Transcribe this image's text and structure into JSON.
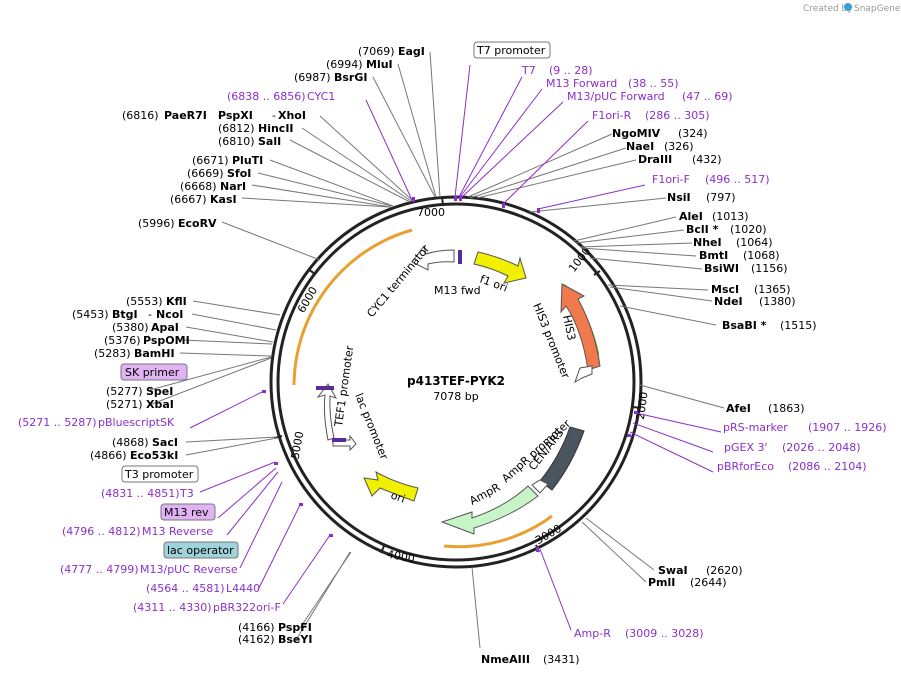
{
  "credit_prefix": "Created by",
  "credit_app": "SnapGene",
  "plasmid": {
    "name": "p413TEF-PYK2",
    "length": "7078 bp"
  },
  "ring_ticks": [
    "1000",
    "2000",
    "3000",
    "4000",
    "5000",
    "6000",
    "7000"
  ],
  "sites_right": [
    {
      "name": "NgoMIV",
      "pos": "(324)"
    },
    {
      "name": "NaeI",
      "pos": "(326)"
    },
    {
      "name": "DraIII",
      "pos": "(432)"
    },
    {
      "name": "NsiI",
      "pos": "(797)"
    },
    {
      "name": "AleI",
      "pos": "(1013)"
    },
    {
      "name": "BclI *",
      "pos": "(1020)"
    },
    {
      "name": "NheI",
      "pos": "(1064)"
    },
    {
      "name": "BmtI",
      "pos": "(1068)"
    },
    {
      "name": "BsiWI",
      "pos": "(1156)"
    },
    {
      "name": "MscI",
      "pos": "(1365)"
    },
    {
      "name": "NdeI",
      "pos": "(1380)"
    },
    {
      "name": "BsaBI *",
      "pos": "(1515)"
    },
    {
      "name": "AfeI",
      "pos": "(1863)"
    },
    {
      "name": "SwaI",
      "pos": "(2620)"
    },
    {
      "name": "PmlI",
      "pos": "(2644)"
    },
    {
      "name": "NmeAIII",
      "pos": "(3431)"
    }
  ],
  "sites_left": [
    {
      "pos": "(7069)",
      "name": "EagI"
    },
    {
      "pos": "(6994)",
      "name": "MluI"
    },
    {
      "pos": "(6987)",
      "name": "BsrGI"
    },
    {
      "pos": "(6816)",
      "name": "PaeR7I",
      "extra": "PspXI",
      "extra2": "XhoI"
    },
    {
      "pos": "(6812)",
      "name": "HincII"
    },
    {
      "pos": "(6810)",
      "name": "SalI"
    },
    {
      "pos": "(6671)",
      "name": "PluTI"
    },
    {
      "pos": "(6669)",
      "name": "SfoI"
    },
    {
      "pos": "(6668)",
      "name": "NarI"
    },
    {
      "pos": "(6667)",
      "name": "KasI"
    },
    {
      "pos": "(5996)",
      "name": "EcoRV"
    },
    {
      "pos": "(5553)",
      "name": "KflI"
    },
    {
      "pos": "(5453)",
      "name": "BtgI",
      "extra": "NcoI"
    },
    {
      "pos": "(5380)",
      "name": "ApaI"
    },
    {
      "pos": "(5376)",
      "name": "PspOMI"
    },
    {
      "pos": "(5283)",
      "name": "BamHI"
    },
    {
      "pos": "(5277)",
      "name": "SpeI"
    },
    {
      "pos": "(5271)",
      "name": "XbaI"
    },
    {
      "pos": "(4868)",
      "name": "SacI"
    },
    {
      "pos": "(4866)",
      "name": "Eco53kI"
    },
    {
      "pos": "(4166)",
      "name": "PspFI"
    },
    {
      "pos": "(4162)",
      "name": "BseYI"
    }
  ],
  "primers": [
    {
      "name": "CYC1",
      "range": "(6838 .. 6856)"
    },
    {
      "name": "T7",
      "range": "(9 .. 28)"
    },
    {
      "name": "M13 Forward",
      "range": "(38 .. 55)"
    },
    {
      "name": "M13/pUC Forward",
      "range": "(47 .. 69)"
    },
    {
      "name": "F1ori-R",
      "range": "(286 .. 305)"
    },
    {
      "name": "F1ori-F",
      "range": "(496 .. 517)"
    },
    {
      "name": "pRS-marker",
      "range": "(1907 .. 1926)"
    },
    {
      "name": "pGEX 3'",
      "range": "(2026 .. 2048)"
    },
    {
      "name": "pBRforEco",
      "range": "(2086 .. 2104)"
    },
    {
      "name": "Amp-R",
      "range": "(3009 .. 3028)"
    },
    {
      "name": "pBluescriptSK",
      "range": "(5271 .. 5287)"
    },
    {
      "name": "T3",
      "range": "(4831 .. 4851)"
    },
    {
      "name": "M13 Reverse",
      "range": "(4796 .. 4812)"
    },
    {
      "name": "M13/pUC Reverse",
      "range": "(4777 .. 4799)"
    },
    {
      "name": "L4440",
      "range": "(4564 .. 4581)"
    },
    {
      "name": "pBR322ori-F",
      "range": "(4311 .. 4330)"
    }
  ],
  "boxed_features": [
    {
      "label": "T7 promoter",
      "fill": "#ffffff"
    },
    {
      "label": "SK primer",
      "fill": "#e0b3f5"
    },
    {
      "label": "T3 promoter",
      "fill": "#ffffff"
    },
    {
      "label": "M13 rev",
      "fill": "#e0b3f5"
    },
    {
      "label": "lac operator",
      "fill": "#9fd3dc"
    }
  ],
  "inner_features": [
    {
      "label": "CYC1 terminator"
    },
    {
      "label": "M13 fwd"
    },
    {
      "label": "f1 ori"
    },
    {
      "label": "HIS3 promoter"
    },
    {
      "label": "HIS3"
    },
    {
      "label": "TEF1 promoter"
    },
    {
      "label": "lac promoter"
    },
    {
      "label": "AmpR promoter"
    },
    {
      "label": "CEN/ARS"
    },
    {
      "label": "AmpR"
    },
    {
      "label": "ori"
    }
  ],
  "colors": {
    "primer": "#8b2fc9",
    "f1_ori": "#f0f000",
    "his3": "#f07a4d",
    "ampr": "#c7f5c7",
    "cen_ars": "#4a5560",
    "arc_orange": "#e8a030",
    "arc_green": "#77cc22"
  }
}
